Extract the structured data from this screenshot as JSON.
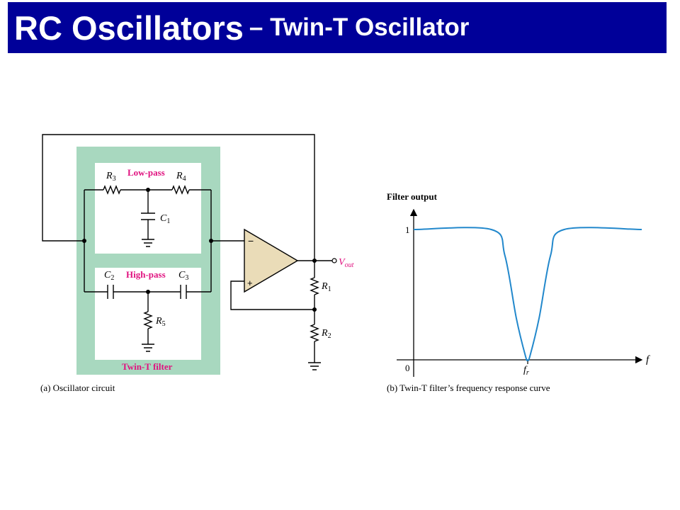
{
  "title": {
    "main": "RC Oscillators",
    "sub": "– Twin-T Oscillator"
  },
  "colors": {
    "title_bg": "#000099",
    "filter_bg": "#a8d8bf",
    "label_magenta": "#e0117f",
    "opamp_fill": "#eadcb8",
    "curve": "#2288cc"
  },
  "circuit": {
    "low_pass_label": "Low-pass",
    "high_pass_label": "High-pass",
    "twin_t_label": "Twin-T filter",
    "caption": "(a) Oscillator circuit",
    "components": {
      "r3": {
        "letter": "R",
        "sub": "3"
      },
      "r4": {
        "letter": "R",
        "sub": "4"
      },
      "c1": {
        "letter": "C",
        "sub": "1"
      },
      "c2": {
        "letter": "C",
        "sub": "2"
      },
      "c3": {
        "letter": "C",
        "sub": "3"
      },
      "r5": {
        "letter": "R",
        "sub": "5"
      },
      "r1": {
        "letter": "R",
        "sub": "1"
      },
      "r2": {
        "letter": "R",
        "sub": "2"
      }
    },
    "opamp": {
      "minus": "−",
      "plus": "+"
    },
    "vout": {
      "letter": "V",
      "sub": "out"
    }
  },
  "chart_data": {
    "type": "line",
    "ylabel": "Filter output",
    "xlabel": "f",
    "x_tick_label": "f",
    "x_tick_sub": "r",
    "y_ticks": [
      "1",
      "0"
    ],
    "caption": "(b) Twin-T filter’s frequency response curve",
    "x": [
      0,
      0.34,
      0.4,
      0.45,
      0.49,
      0.5,
      0.51,
      0.55,
      0.6,
      0.66,
      1.0
    ],
    "y": [
      1.0,
      1.0,
      0.8,
      0.32,
      0.03,
      0.0,
      0.03,
      0.32,
      0.8,
      1.0,
      1.0
    ],
    "xlim": [
      0,
      1
    ],
    "ylim": [
      0,
      1.2
    ]
  }
}
